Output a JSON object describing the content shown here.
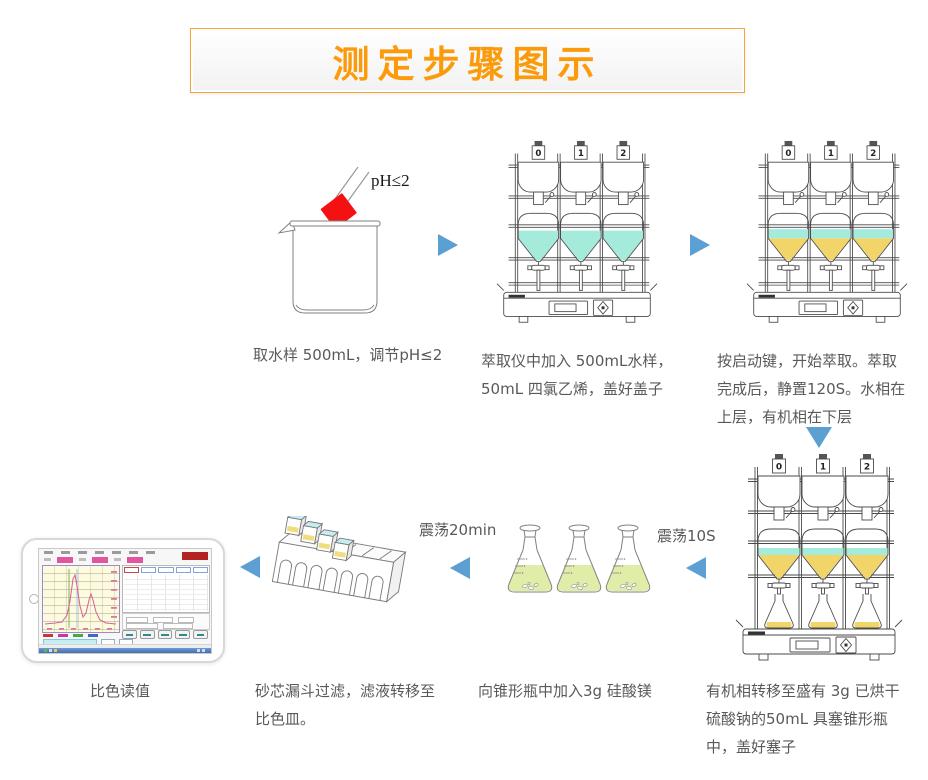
{
  "title": "测定步骤图示",
  "colors": {
    "accent_orange": "#FB9B0B",
    "arrow_blue": "#5B9FD3",
    "caption_gray": "#595959",
    "water_phase_cyan": "#A5EBDC",
    "organic_phase_yellow": "#F2D569",
    "flask_liquid_green": "#E0EDA8",
    "ph_strip_red": "#F51111",
    "cuvette_cap_cyan": "#C6EDF4",
    "cuvette_liquid_yellow": "#F2DD7C"
  },
  "steps": [
    {
      "name": "take-sample",
      "caption": "取水样 500mL，调节pH≤2",
      "annotation": "pH≤2"
    },
    {
      "name": "load-extractor",
      "caption": "萃取仪中加入 500mL水样，\n50mL 四氯乙烯，盖好盖子"
    },
    {
      "name": "run-extraction",
      "caption": "按启动键，开始萃取。萃取\n完成后，静置120S。水相在\n上层，有机相在下层"
    },
    {
      "name": "transfer-organic-phase",
      "caption": "有机相转移至盛有 3g 已烘干\n硫酸钠的50mL 具塞锥形瓶\n中，盖好塞子"
    },
    {
      "name": "add-magnesium-silicate",
      "caption": "向锥形瓶中加入3g 硅酸镁"
    },
    {
      "name": "filter",
      "caption": "砂芯漏斗过滤，滤液转移至\n比色皿。"
    },
    {
      "name": "colorimetric-reading",
      "caption": "比色读值"
    }
  ],
  "arrow_labels": {
    "shake_10s": "震荡10S",
    "shake_20min": "震荡20min"
  },
  "apparatus": {
    "position_labels": [
      "0",
      "1",
      "2"
    ]
  }
}
